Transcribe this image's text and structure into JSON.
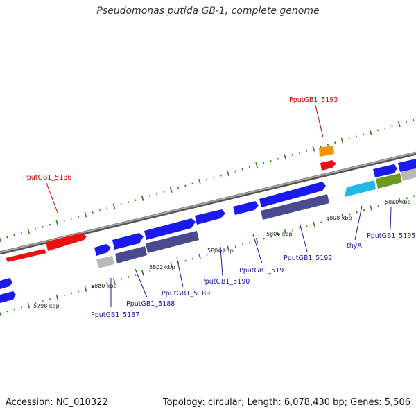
{
  "title": "Pseudomonas putida GB-1, complete genome",
  "footer": {
    "accession": "Accession: NC_010322",
    "summary": "Topology: circular; Length: 6,078,430 bp; Genes: 5,506"
  },
  "scale": {
    "labels": [
      "5798 kbp",
      "5800 kbp",
      "5802 kbp",
      "5804 kbp",
      "5806 kbp",
      "5808 kbp",
      "5810 kbp"
    ]
  },
  "colors": {
    "backbone": "#888888",
    "tick": "#2e7d1a",
    "red_label": "#cc0000",
    "blue_label": "#1a1aa0",
    "gene_red": "#ee1111",
    "gene_orange": "#f59400",
    "gene_blue": "#1a1aee",
    "gene_slate": "#4a4a90",
    "gene_gray": "#b8b8b8",
    "gene_cyan": "#22b8e8",
    "gene_olive": "#6a9a20"
  },
  "genes": {
    "pputgb1_5186": "PputGB1_5186",
    "pputgb1_5193": "PputGB1_5193",
    "pputgb1_5187": "PputGB1_5187",
    "pputgb1_5188": "PputGB1_5188",
    "pputgb1_5189": "PputGB1_5189",
    "pputgb1_5190": "PputGB1_5190",
    "pputgb1_5191": "PputGB1_5191",
    "pputgb1_5192": "PputGB1_5192",
    "thya": "thyA",
    "pputgb1_5195": "PputGB1_5195"
  }
}
